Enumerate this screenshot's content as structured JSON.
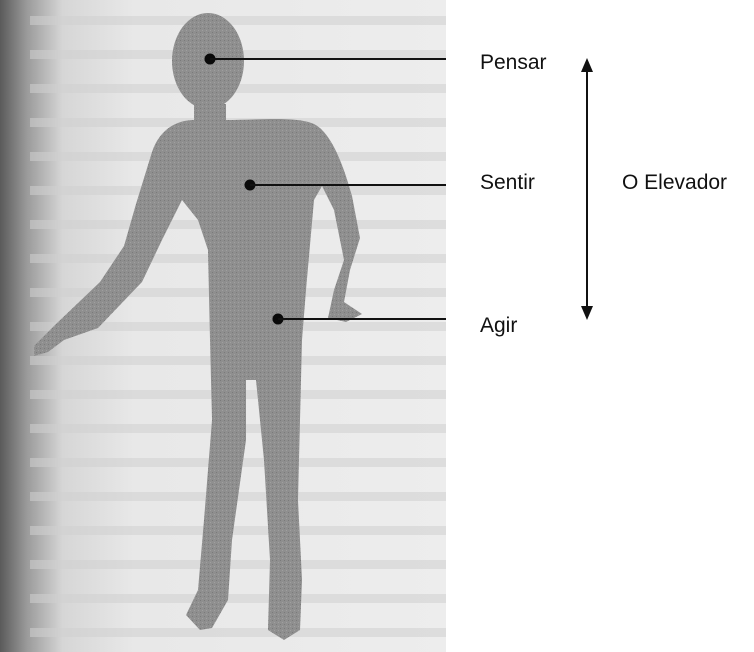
{
  "diagram": {
    "levels": [
      {
        "id": "pensar",
        "label": "Pensar"
      },
      {
        "id": "sentir",
        "label": "Sentir"
      },
      {
        "id": "agir",
        "label": "Agir"
      }
    ],
    "scale_label": "O Elevador",
    "colors": {
      "figure": "#8e8e8e",
      "paper": "#ececec",
      "ink": "#111111"
    }
  }
}
